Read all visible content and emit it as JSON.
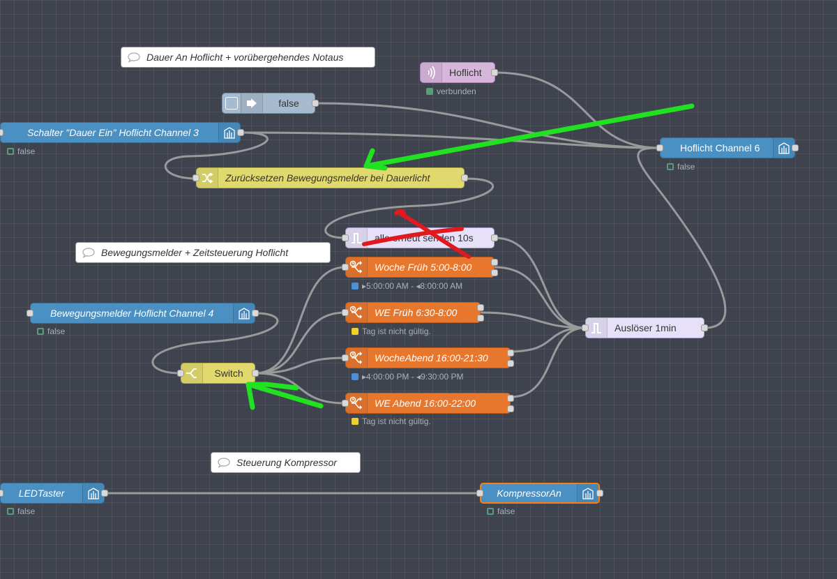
{
  "comments": {
    "c1": "Dauer An Hoflicht + vorübergehendes Notaus",
    "c2": "Bewegungsmelder + Zeitsteuerung Hoflicht",
    "c3": "Steuerung Kompressor"
  },
  "nodes": {
    "hoflicht": {
      "label": "Hoflicht",
      "status": "verbunden",
      "icon": "broadcast-icon"
    },
    "inject_false": {
      "label": "false",
      "icon": "inject-arrow-icon"
    },
    "schalter": {
      "label": "Schalter \"Dauer Ein\" Hoflicht Channel 3",
      "status": "false",
      "icon": "homekit-icon"
    },
    "zuruecksetzen": {
      "label": "Zurücksetzen Bewegungsmelder bei Dauerlicht",
      "icon": "shuffle-icon"
    },
    "hoflicht_channel6": {
      "label": "Hoflicht Channel 6",
      "status": "false",
      "icon": "homekit-icon"
    },
    "erneut_senden": {
      "label": "alle erneut senden 10s",
      "icon": "trigger-icon"
    },
    "woche_frueh": {
      "label": "Woche Früh 5:00-8:00",
      "status": "▸5:00:00 AM - ◂8:00:00 AM",
      "icon": "timeswitch-icon"
    },
    "we_frueh": {
      "label": "WE Früh 6:30-8:00",
      "status": "Tag ist nicht gültig.",
      "icon": "timeswitch-icon"
    },
    "woche_abend": {
      "label": "WocheAbend 16:00-21:30",
      "status": "▸4:00:00 PM - ◂9:30:00 PM",
      "icon": "timeswitch-icon"
    },
    "we_abend": {
      "label": "WE Abend 16:00-22:00",
      "status": "Tag ist nicht gültig.",
      "icon": "timeswitch-icon"
    },
    "bewegungsmelder": {
      "label": "Bewegungsmelder Hoflicht Channel 4",
      "status": "false",
      "icon": "homekit-icon"
    },
    "switch": {
      "label": "Switch",
      "icon": "switch-icon"
    },
    "ausloeser": {
      "label": "Auslöser 1min",
      "icon": "trigger-icon"
    },
    "ledtaster": {
      "label": "LEDTaster",
      "status": "false",
      "icon": "homekit-icon"
    },
    "kompressor": {
      "label": "KompressorAn",
      "status": "false",
      "icon": "homekit-icon"
    }
  },
  "colors": {
    "canvas": "#3f434e",
    "wire": "#9a9a9a",
    "homekit_node": "#4a90c3",
    "timeswitch_node": "#e8772e",
    "function_node": "#e2d96e",
    "trigger_node": "#e6e0f8",
    "mqtt_node": "#d7b6dc",
    "inject_node": "#a6bbcf",
    "annotation_green": "#22e022",
    "annotation_red": "#e0191e"
  }
}
